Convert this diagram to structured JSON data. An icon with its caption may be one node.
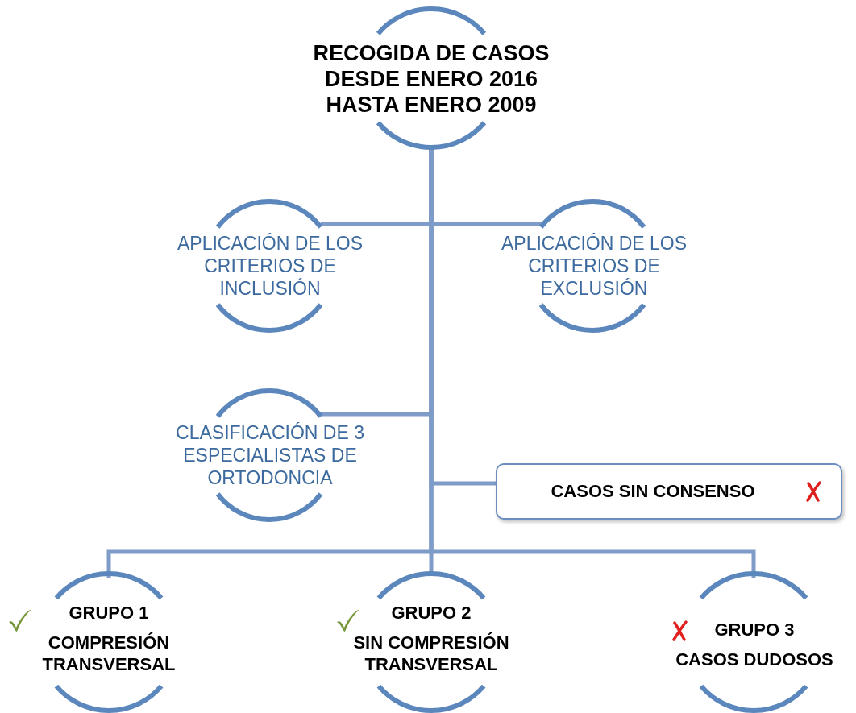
{
  "diagram": {
    "nodes": [
      {
        "text": [
          "RECOGIDA DE CASOS DESDE ENERO 2016 HASTA ENERO 2009"
        ]
      },
      {
        "text": [
          "APLICACIÓN DE LOS CRITERIOS DE INCLUSIÓN"
        ]
      },
      {
        "text": [
          "APLICACIÓN DE LOS CRITERIOS DE EXCLUSIÓN"
        ]
      },
      {
        "text": [
          "CLASIFICACIÓN DE 3 ESPECIALISTAS DE ORTODONCIA"
        ]
      },
      {
        "text": [
          "CASOS SIN CONSENSO"
        ]
      },
      {
        "text": [
          "GRUPO 1",
          "COMPRESIÓN TRANSVERSAL"
        ]
      },
      {
        "text": [
          "GRUPO 2",
          "SIN COMPRESIÓN TRANSVERSAL"
        ]
      },
      {
        "text": [
          "GRUPO 3",
          "CASOS DUDOSOS"
        ]
      }
    ],
    "edges": [
      {
        "from": 0,
        "to": 1,
        "arrow": "none"
      },
      {
        "from": 0,
        "to": 2,
        "arrow": "none"
      },
      {
        "from": 0,
        "to": 3,
        "arrow": "none"
      },
      {
        "from": 0,
        "to": 4,
        "arrow": "none"
      },
      {
        "from": 0,
        "to": 5,
        "arrow": "none"
      },
      {
        "from": 0,
        "to": 6,
        "arrow": "none"
      },
      {
        "from": 0,
        "to": 7,
        "arrow": "none"
      }
    ]
  }
}
